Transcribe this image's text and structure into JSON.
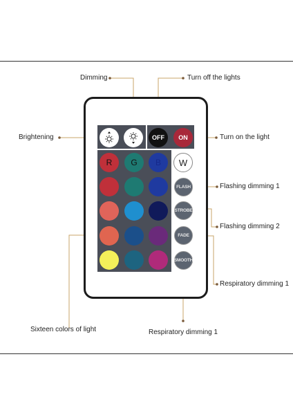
{
  "labels": {
    "dimming": "Dimming",
    "turn_off": "Turn off the lights",
    "brightening": "Brightening",
    "turn_on": "Turn on the light",
    "flash": "Flashing dimming 1",
    "strobe": "Flashing dimming 2",
    "respiratory_2": "Respiratory dimming 1",
    "sixteen": "Sixteen colors of light",
    "respiratory_1": "Respiratory dimming 1"
  },
  "buttons": {
    "off": "OFF",
    "on": "ON",
    "r": "R",
    "g": "G",
    "b": "B",
    "w": "W",
    "flash": "FLASH",
    "strobe": "STROBE",
    "fade": "FADE",
    "smooth": "SMOOTH"
  },
  "colors": {
    "row1": [
      "#c0303a",
      "#1e7a72",
      "#1f3aa0"
    ],
    "row2": [
      "#e0645a",
      "#1f8fcf",
      "#101a5a"
    ],
    "row3": [
      "#e06550",
      "#1b4f8a",
      "#6a2a7a"
    ],
    "row4": [
      "#f4f05a",
      "#1d6480",
      "#b02a7a"
    ],
    "r_btn": "#c0303a",
    "g_btn": "#1e7a72",
    "b_btn": "#1f3aa0",
    "on_btn": "#a8283a",
    "line": "#c9a46a"
  }
}
